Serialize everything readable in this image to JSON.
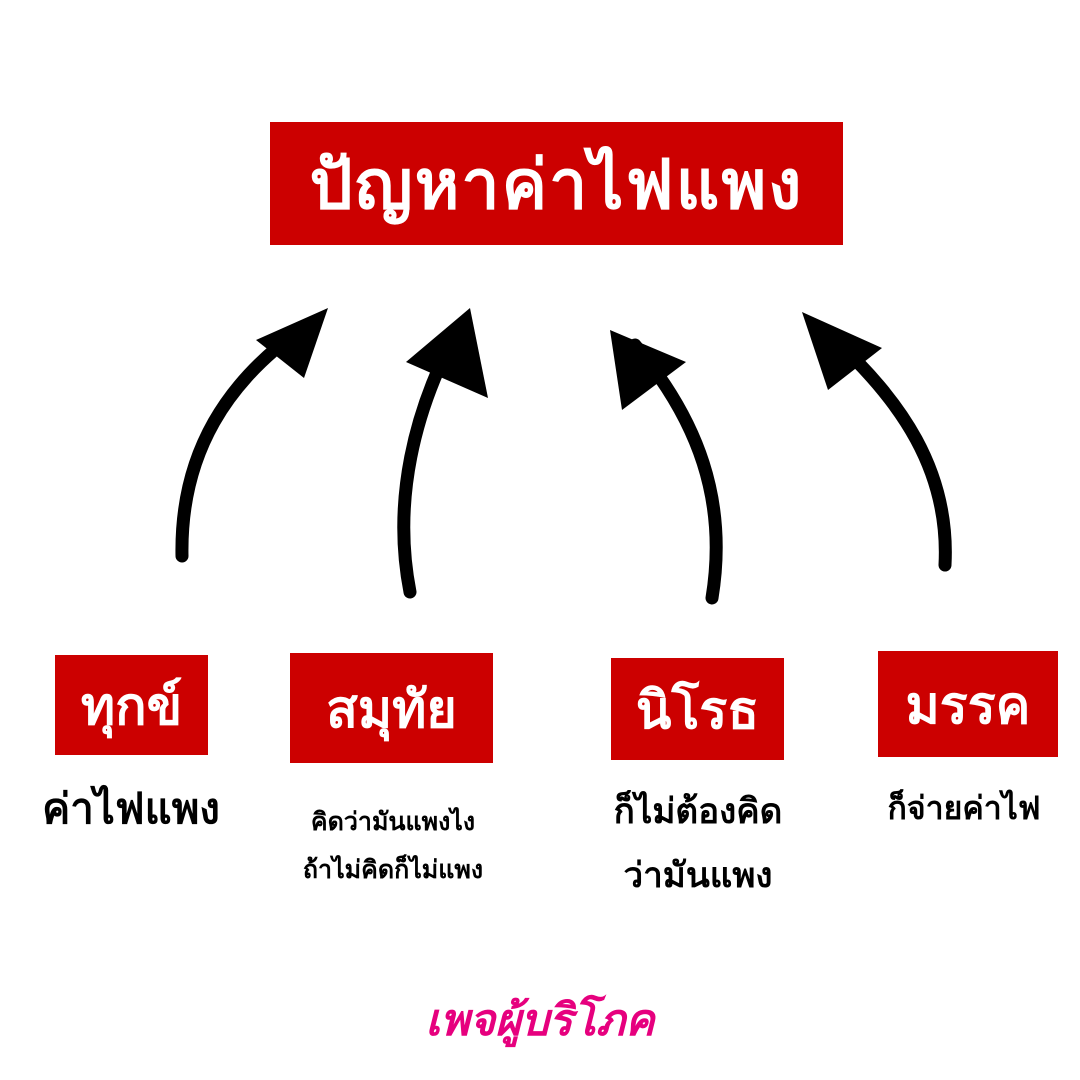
{
  "title": "ปัญหาค่าไฟแพง",
  "columns": [
    {
      "label": "ทุกข์",
      "desc_lines": [
        "ค่าไฟแพง"
      ]
    },
    {
      "label": "สมุทัย",
      "desc_lines": [
        "คิดว่ามันแพงไง",
        "ถ้าไม่คิดก็ไม่แพง"
      ]
    },
    {
      "label": "นิโรธ",
      "desc_lines": [
        "ก็ไม่ต้องคิด",
        "ว่ามันแพง"
      ]
    },
    {
      "label": "มรรค",
      "desc_lines": [
        "ก็จ่ายค่าไฟ"
      ]
    }
  ],
  "footer": "เพจผู้บริโภค",
  "colors": {
    "box_red": "#cc0000",
    "footer_pink": "#e6007e",
    "arrow": "#000000"
  },
  "icons": [
    "arrow-up-right-icon",
    "arrow-up-right-icon",
    "arrow-up-left-icon",
    "arrow-up-left-icon"
  ]
}
